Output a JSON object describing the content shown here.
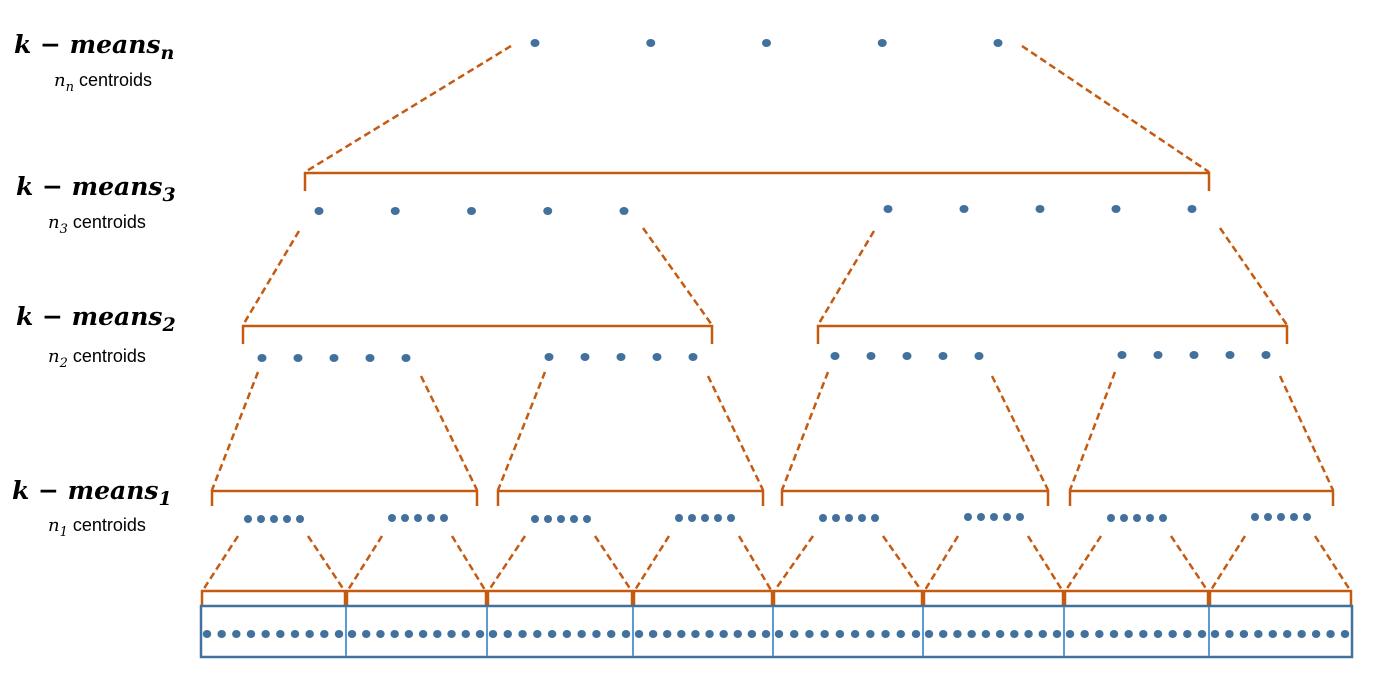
{
  "levels": [
    {
      "prefix": "k − means",
      "subscript": "n",
      "count_var": "n",
      "count_sub": "n",
      "count_text": "centroids"
    },
    {
      "prefix": "k − means",
      "subscript": "3",
      "count_var": "n",
      "count_sub": "3",
      "count_text": "centroids"
    },
    {
      "prefix": "k − means",
      "subscript": "2",
      "count_var": "n",
      "count_sub": "2",
      "count_text": "centroids"
    },
    {
      "prefix": "k − means",
      "subscript": "1",
      "count_var": "n",
      "count_sub": "1",
      "count_text": "centroids"
    }
  ],
  "colors": {
    "point": "#41719c",
    "connector": "#c55a11",
    "box_border": "#41719c",
    "box_divider": "#5b9bd5"
  },
  "structure": {
    "top_centroids": 5,
    "groups_level3": 2,
    "centroids_per_group_level3": 5,
    "groups_level2": 4,
    "centroids_per_group_level2": 5,
    "clusters_level1": 8,
    "centroids_per_cluster_level1": 5,
    "data_blocks": 8,
    "points_per_block": 10
  }
}
